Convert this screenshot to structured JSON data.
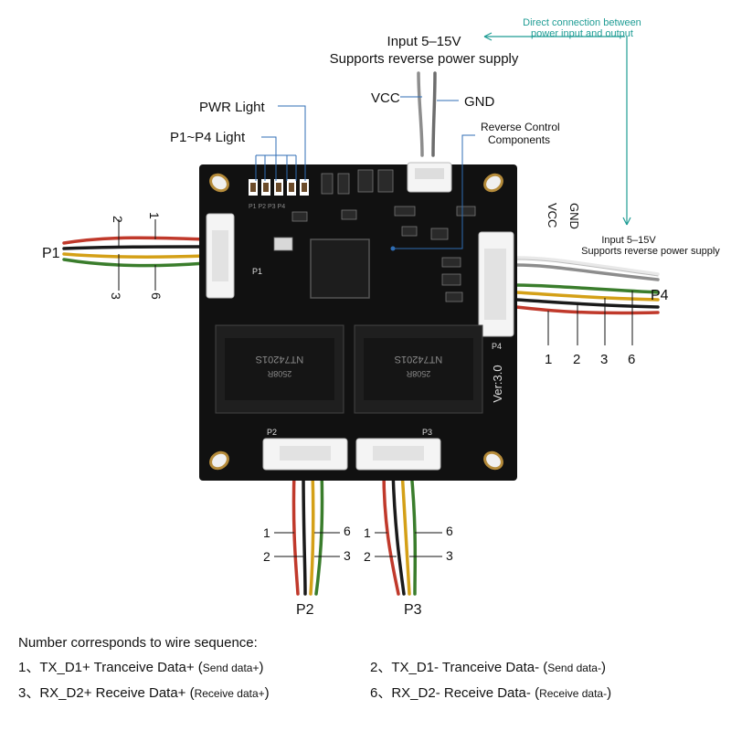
{
  "labels": {
    "input_top_1": "Input 5–15V",
    "input_top_2": "Supports reverse power supply",
    "vcc": "VCC",
    "gnd": "GND",
    "direct_note_1": "Direct connection between",
    "direct_note_2": "power input and output",
    "pwr_light": "PWR Light",
    "p1p4_light": "P1~P4 Light",
    "reverse_ctrl_1": "Reverse Control",
    "reverse_ctrl_2": "Components",
    "p4_vcc": "VCC",
    "p4_gnd": "GND",
    "input_right_1": "Input 5–15V",
    "input_right_2": "Supports reverse power supply",
    "p1": "P1",
    "p2": "P2",
    "p3": "P3",
    "p4": "P4",
    "board_p1": "P1",
    "board_p2": "P2",
    "board_p3": "P3",
    "board_p4": "P4",
    "version": "Ver:3.0",
    "chip_left_1": "NT74201S",
    "chip_left_2": "2508R",
    "chip_right_1": "NT74201S",
    "chip_right_2": "2508R",
    "led_labels": "P1 P2 P3 P4"
  },
  "wire_numbers": {
    "p1_top": [
      "2",
      "1"
    ],
    "p1_bottom": [
      "3",
      "6"
    ],
    "p4": [
      "1",
      "2",
      "3",
      "6"
    ],
    "p2_left": [
      "1",
      "2"
    ],
    "p2_right": [
      "6",
      "3"
    ],
    "p3_left": [
      "1",
      "2"
    ],
    "p3_right": [
      "6",
      "3"
    ]
  },
  "legend": {
    "title": "Number corresponds to wire sequence:",
    "items": [
      {
        "main": "1、TX_D1+ Tranceive Data+ (",
        "small": "Send data+",
        "end": ")"
      },
      {
        "main": "2、TX_D1- Tranceive Data- (",
        "small": "Send data-",
        "end": ")"
      },
      {
        "main": "3、RX_D2+ Receive Data+ (",
        "small": "Receive data+",
        "end": ")"
      },
      {
        "main": "6、RX_D2- Receive Data- (",
        "small": "Receive data-",
        "end": ")"
      }
    ]
  },
  "colors": {
    "board": "#111111",
    "accent_teal": "#1e9c94",
    "callout_blue": "#2f6db4",
    "wire_red": "#c0392b",
    "wire_black": "#1a1a1a",
    "wire_yellow": "#d4a017",
    "wire_green": "#3a7d2c",
    "wire_white": "#e8e8e8",
    "wire_gray": "#8d8d8d"
  }
}
